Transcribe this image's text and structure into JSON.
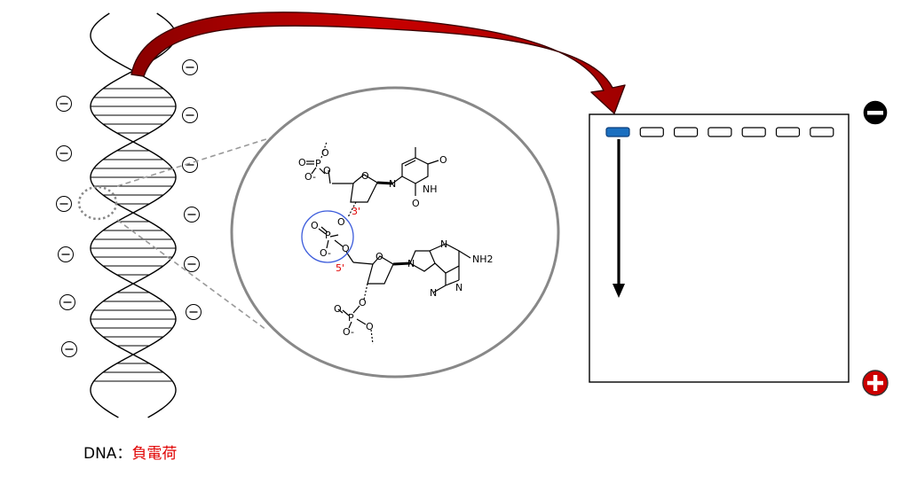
{
  "caption": {
    "prefix": "DNA：",
    "highlight": "負電荷"
  },
  "molecule": {
    "atoms": {
      "o": "O",
      "p": "P",
      "o_minus": "O-",
      "n": "N",
      "nh": "NH",
      "nh2": "NH2"
    },
    "primes": {
      "three": "3'",
      "five": "5'"
    }
  },
  "colors": {
    "arrow_red": "#c00000",
    "well_active": "#1a6fc0",
    "positive": "#cc0000",
    "negative": "#000000",
    "highlight_text": "#e00000",
    "circle_blue": "#3b5bdb"
  },
  "gel": {
    "well_count": 7,
    "active_well": 0
  },
  "icons": {
    "negative_charge": "minus-circle-icon",
    "negative_electrode": "minus-badge-icon",
    "positive_electrode": "plus-badge-icon"
  }
}
